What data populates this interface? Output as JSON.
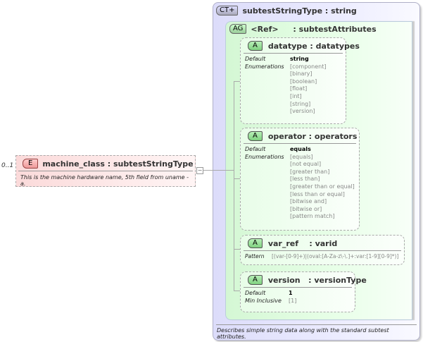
{
  "complex_type": {
    "badge": "CT+",
    "title": "subtestStringType : string",
    "description": "Describes simple string data along with the standard subtest attributes."
  },
  "attribute_group": {
    "badge": "AG",
    "name": "<Ref>",
    "type": ": subtestAttributes"
  },
  "attributes": [
    {
      "badge": "A",
      "title": "datatype : datatypes",
      "default_label": "Default",
      "default": "string",
      "enum_label": "Enumerations",
      "enums": [
        "[component]",
        "[binary]",
        "[boolean]",
        "[float]",
        "[int]",
        "[string]",
        "[version]"
      ]
    },
    {
      "badge": "A",
      "title": "operator : operators",
      "default_label": "Default",
      "default": "equals",
      "enum_label": "Enumerations",
      "enums": [
        "[equals]",
        "[not equal]",
        "[greater than]",
        "[less than]",
        "[greater than or equal]",
        "[less than or equal]",
        "[bitwise and]",
        "[bitwise or]",
        "[pattern match]"
      ]
    },
    {
      "badge": "A",
      "title": "var_ref    : varid",
      "pattern_label": "Pattern",
      "pattern": "[(var-[0-9]+)|(oval:[A-Za-z\\-\\.]+:var:[1-9][0-9]*)]"
    },
    {
      "badge": "A",
      "title": "version   : versionType",
      "default_label": "Default",
      "default": "1",
      "min_label": "Min Inclusive",
      "min": "[1]"
    }
  ],
  "element": {
    "cardinality": "0..1",
    "badge": "E",
    "title": "machine_class : subtestStringType",
    "annotation": "This is the machine hardware name, 5th field from uname -a."
  },
  "colors": {
    "element_bg": "#fbdada",
    "type_bg": "#e0e0fc",
    "group_bg": "#dcf9dc",
    "attr_badge": "#8fd88f"
  }
}
